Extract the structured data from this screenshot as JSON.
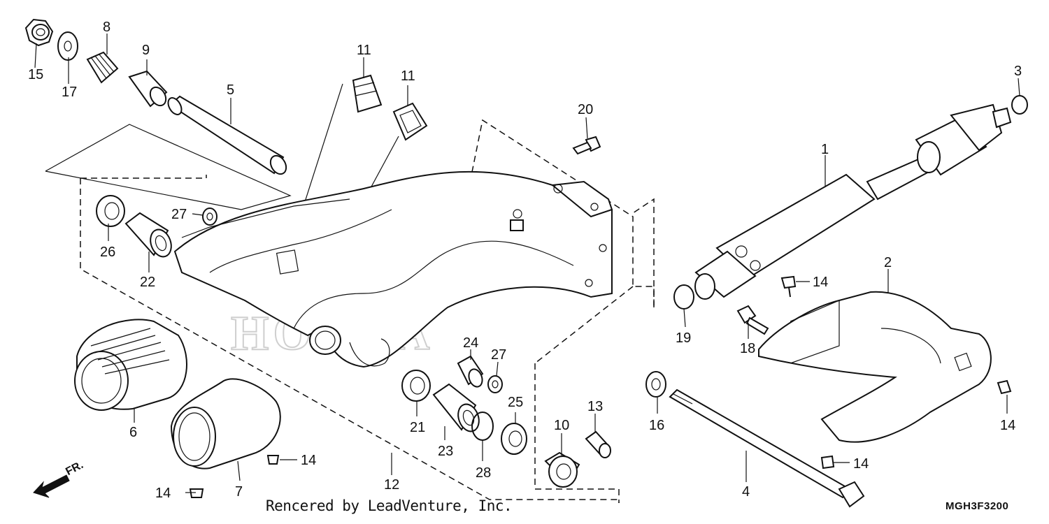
{
  "diagram": {
    "drawing_code": "MGH3F3200",
    "footer_text": "Rencered by LeadVenture, Inc.",
    "direction_label": "FR.",
    "watermark_text": "HONDA",
    "callouts": [
      {
        "id": "c1",
        "label": "1"
      },
      {
        "id": "c2",
        "label": "2"
      },
      {
        "id": "c3",
        "label": "3"
      },
      {
        "id": "c4",
        "label": "4"
      },
      {
        "id": "c5",
        "label": "5"
      },
      {
        "id": "c6",
        "label": "6"
      },
      {
        "id": "c7",
        "label": "7"
      },
      {
        "id": "c8",
        "label": "8"
      },
      {
        "id": "c9",
        "label": "9"
      },
      {
        "id": "c10",
        "label": "10"
      },
      {
        "id": "c11a",
        "label": "11"
      },
      {
        "id": "c11b",
        "label": "11"
      },
      {
        "id": "c12",
        "label": "12"
      },
      {
        "id": "c13",
        "label": "13"
      },
      {
        "id": "c14a",
        "label": "14"
      },
      {
        "id": "c14b",
        "label": "14"
      },
      {
        "id": "c14c",
        "label": "14"
      },
      {
        "id": "c14d",
        "label": "14"
      },
      {
        "id": "c14e",
        "label": "14"
      },
      {
        "id": "c15",
        "label": "15"
      },
      {
        "id": "c16",
        "label": "16"
      },
      {
        "id": "c17",
        "label": "17"
      },
      {
        "id": "c18",
        "label": "18"
      },
      {
        "id": "c19",
        "label": "19"
      },
      {
        "id": "c20",
        "label": "20"
      },
      {
        "id": "c21",
        "label": "21"
      },
      {
        "id": "c22",
        "label": "22"
      },
      {
        "id": "c23",
        "label": "23"
      },
      {
        "id": "c24",
        "label": "24"
      },
      {
        "id": "c25",
        "label": "25"
      },
      {
        "id": "c26",
        "label": "26"
      },
      {
        "id": "c27a",
        "label": "27"
      },
      {
        "id": "c27b",
        "label": "27"
      },
      {
        "id": "c28",
        "label": "28"
      }
    ]
  }
}
